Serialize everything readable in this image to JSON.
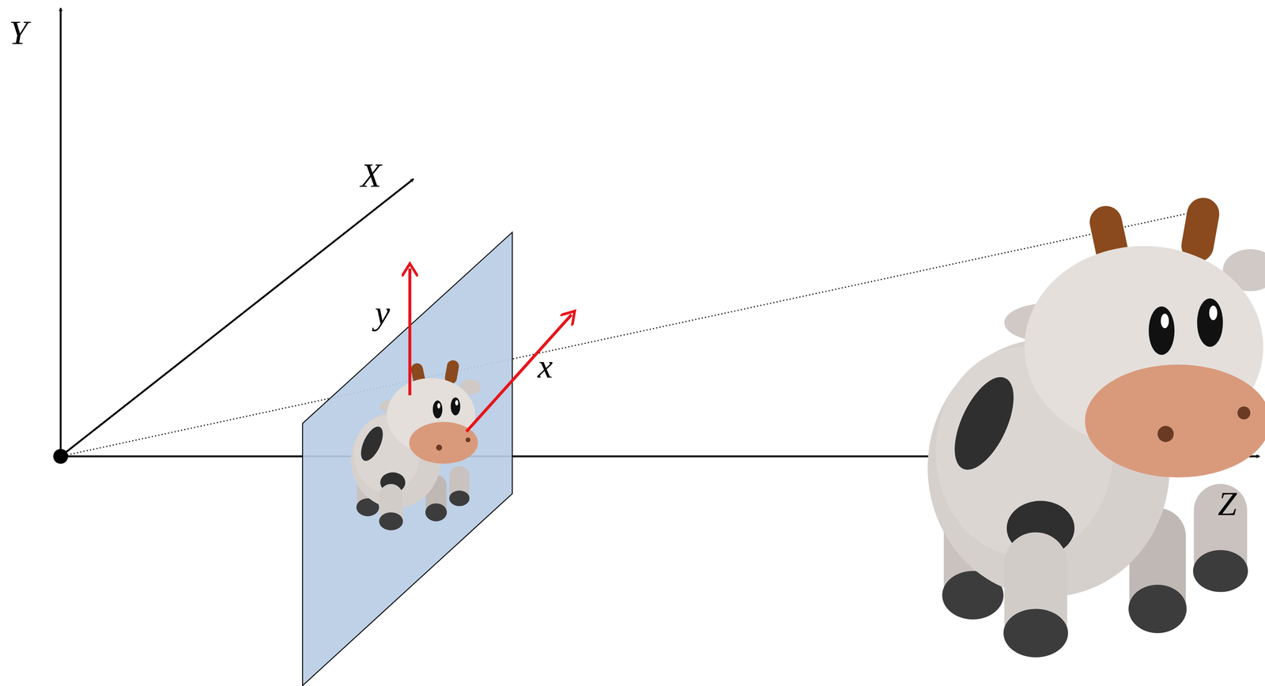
{
  "diagram": {
    "labels": [
      "Y",
      "X",
      "y",
      "x",
      "Z"
    ]
  }
}
